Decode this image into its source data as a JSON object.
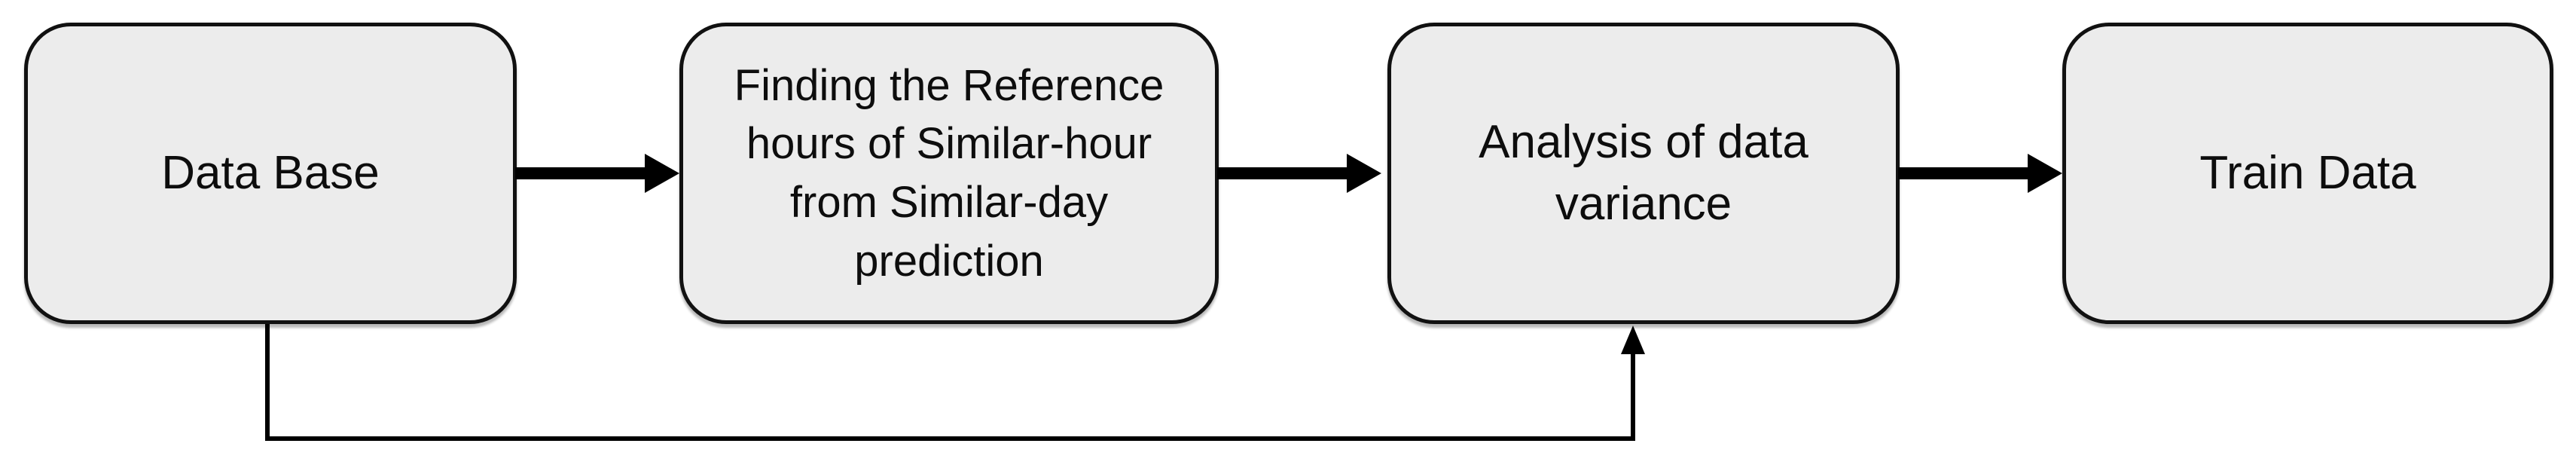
{
  "diagram": {
    "type": "flowchart",
    "nodes": [
      {
        "id": "database",
        "label": "Data Base",
        "lines": [
          "Data Base"
        ]
      },
      {
        "id": "finding-reference-hours",
        "label": "Finding the Reference hours of Similar-hour from Similar-day prediction",
        "lines": [
          "Finding the Reference",
          "hours of Similar-hour",
          "from Similar-day",
          "prediction"
        ]
      },
      {
        "id": "analysis-of-data-variance",
        "label": "Analysis of data variance",
        "lines": [
          "Analysis of data",
          "variance"
        ]
      },
      {
        "id": "train-data",
        "label": "Train Data",
        "lines": [
          "Train Data"
        ]
      }
    ],
    "edges": [
      {
        "from": "database",
        "to": "finding-reference-hours",
        "style": "thick-arrow"
      },
      {
        "from": "finding-reference-hours",
        "to": "analysis-of-data-variance",
        "style": "thick-arrow"
      },
      {
        "from": "analysis-of-data-variance",
        "to": "train-data",
        "style": "thick-arrow"
      },
      {
        "from": "database",
        "to": "analysis-of-data-variance",
        "style": "thin-elbow-arrow",
        "route": "below-boxes"
      }
    ],
    "colors": {
      "node_fill": "#ececec",
      "node_border": "#111111",
      "arrow": "#000000",
      "background": "#ffffff",
      "text": "#0d0d0d"
    }
  }
}
